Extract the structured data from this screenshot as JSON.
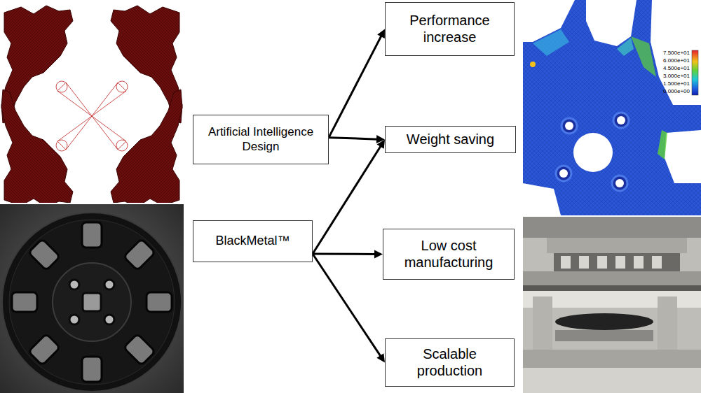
{
  "diagram": {
    "nodes": [
      {
        "text": [
          "Artificial Intelligence Design"
        ]
      },
      {
        "text": [
          "BlackMetal™"
        ]
      },
      {
        "text": [
          "Performance increase"
        ]
      },
      {
        "text": [
          "Weight saving"
        ]
      },
      {
        "text": [
          "Low cost manufacturing"
        ]
      },
      {
        "text": [
          "Scalable production"
        ]
      }
    ],
    "edges": [
      {
        "from": 0,
        "to": 2,
        "arrow": "to"
      },
      {
        "from": 0,
        "to": 3,
        "arrow": "to"
      },
      {
        "from": 1,
        "to": 3,
        "arrow": "to"
      },
      {
        "from": 1,
        "to": 4,
        "arrow": "to"
      },
      {
        "from": 1,
        "to": 5,
        "arrow": "to"
      }
    ],
    "labels": [
      "7.500e+01",
      "6.000e+01",
      "4.500e+01",
      "3.000e+01",
      "1.500e+01",
      "0.000e+00"
    ]
  }
}
